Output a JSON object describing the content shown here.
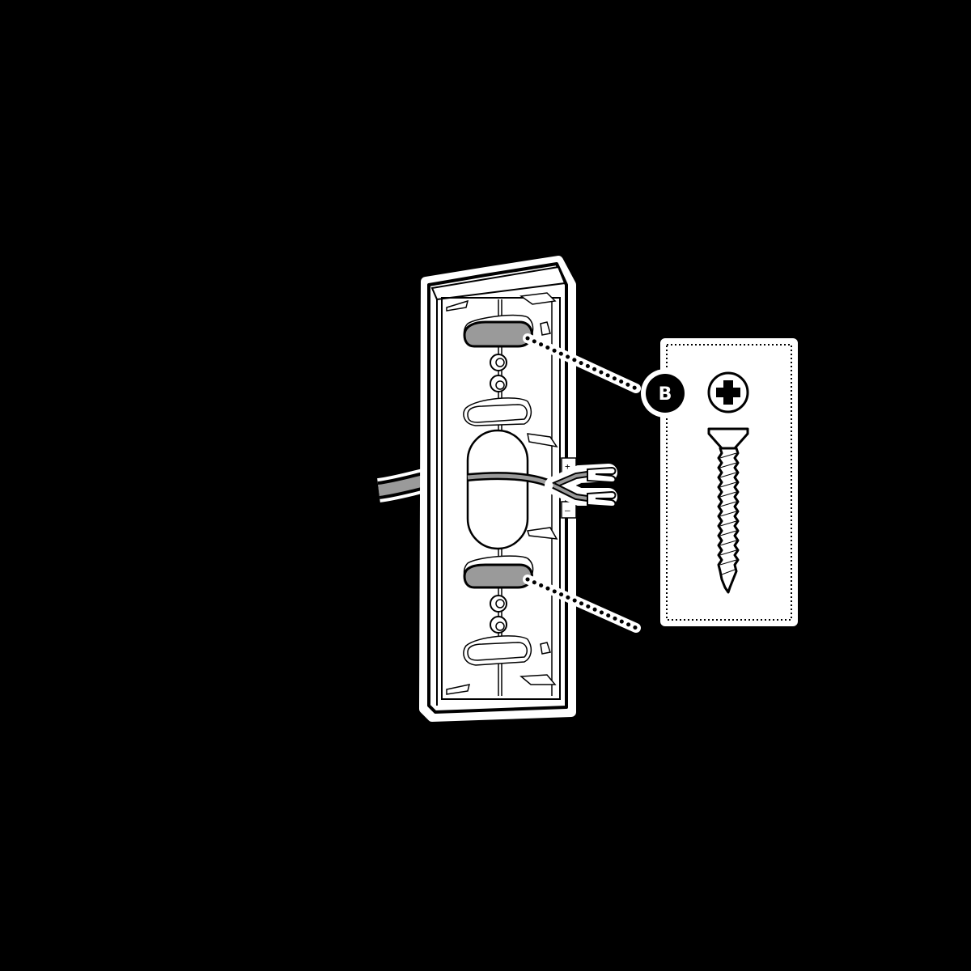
{
  "diagram": {
    "type": "installation-illustration",
    "subject": "mounting bracket with wire connection",
    "background_color": "#000000",
    "line_color": "#000000",
    "fill_color": "#ffffff",
    "accent_gray": "#9a9a9a",
    "callout": {
      "label": "B",
      "part": "flat-head phillips screw",
      "count_pointed": 2
    },
    "terminals": {
      "positive": "+",
      "negative": "–"
    }
  }
}
